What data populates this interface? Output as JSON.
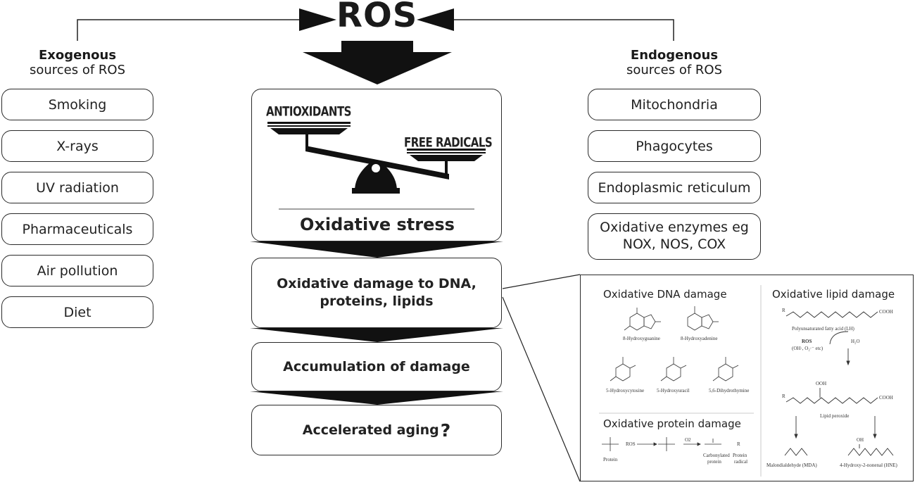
{
  "title": "ROS",
  "exogenous": {
    "heading_bold": "Exogenous",
    "heading_sub": "sources of ROS",
    "items": [
      "Smoking",
      "X-rays",
      "UV radiation",
      "Pharmaceuticals",
      "Air pollution",
      "Diet"
    ]
  },
  "endogenous": {
    "heading_bold": "Endogenous",
    "heading_sub": "sources of ROS",
    "items": [
      "Mitochondria",
      "Phagocytes",
      "Endoplasmic reticulum"
    ],
    "enzymes_line1": "Oxidative enzymes eg",
    "enzymes_line2": "NOX, NOS, COX"
  },
  "center": {
    "antioxidants": "ANTIOXIDANTS",
    "free_radicals": "FREE RADICALS",
    "oxidative_stress": "Oxidative stress",
    "damage_line1": "Oxidative damage to DNA,",
    "damage_line2": "proteins, lipids",
    "accumulation": "Accumulation of damage",
    "aging": "Accelerated aging",
    "aging_q": "?"
  },
  "detail": {
    "dna_title": "Oxidative DNA damage",
    "dna_labels": [
      "8-Hydroxyguanine",
      "8-Hydroxyadenine",
      "5-Hydroxycytosine",
      "5-Hydroxyuracil",
      "5,6-Dihydrothymine"
    ],
    "protein_title": "Oxidative protein damage",
    "protein_labels": {
      "protein": "Protein",
      "ros": "ROS",
      "o2": "O2",
      "carbonylated_1": "Carbonylated",
      "carbonylated_2": "protein",
      "radical_1": "Protein",
      "radical_2": "radical",
      "r": "R"
    },
    "lipid_title": "Oxidative lipid damage",
    "lipid_labels": {
      "pufa": "Polyunsaturated fatty acid (LH)",
      "ros": "ROS",
      "ros_detail": "(OH·, O₂·⁻ etc)",
      "water": "H₂O",
      "cooh": "COOH",
      "r": "R",
      "ooh": "OOH",
      "lipid_peroxide": "Lipid peroxide",
      "mda": "Malondialdehyde (MDA)",
      "hne": "4-Hydroxy-2-nonenal (HNE)",
      "oh": "OH"
    }
  }
}
